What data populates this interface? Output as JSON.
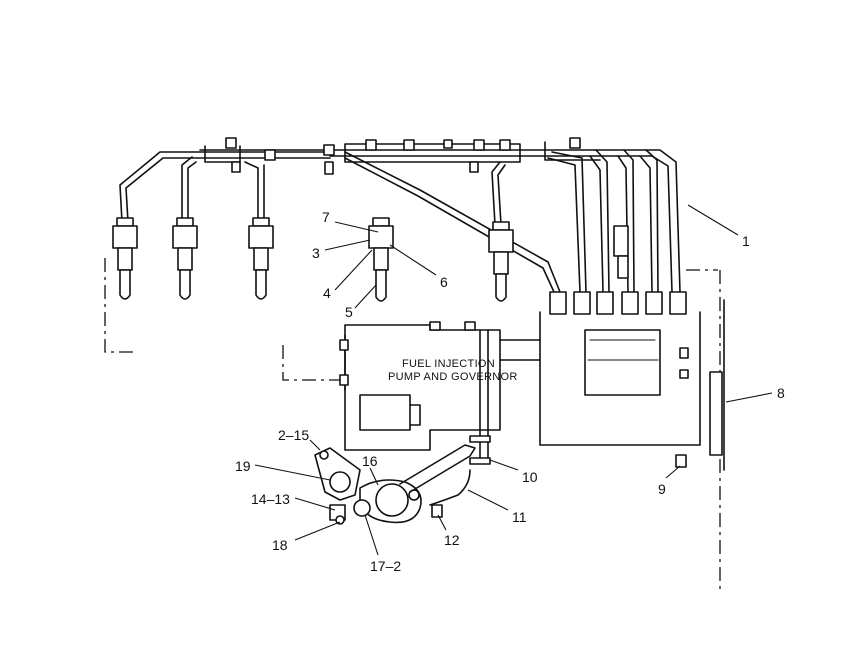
{
  "diagram": {
    "pump_label_line1": "FUEL INJECTION",
    "pump_label_line2": "PUMP AND GOVERNOR",
    "callouts": {
      "c1": "1",
      "c2_15": "2–15",
      "c3": "3",
      "c4": "4",
      "c5": "5",
      "c6": "6",
      "c7": "7",
      "c8": "8",
      "c9": "9",
      "c10": "10",
      "c11": "11",
      "c12": "12",
      "c14_13": "14–13",
      "c16": "16",
      "c17_2": "17–2",
      "c18": "18",
      "c19": "19"
    }
  }
}
